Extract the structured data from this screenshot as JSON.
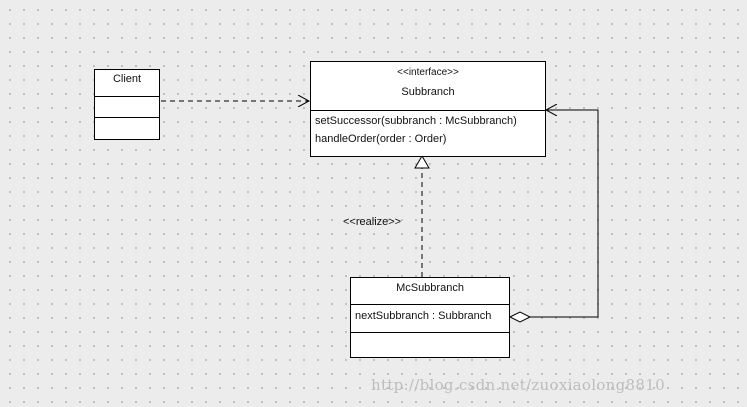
{
  "classes": {
    "client": {
      "name": "Client"
    },
    "subbranch": {
      "stereotype": "<<interface>>",
      "name": "Subbranch",
      "operations": [
        "setSuccessor(subbranch : McSubbranch)",
        "handleOrder(order : Order)"
      ]
    },
    "mcsubbranch": {
      "name": "McSubbranch",
      "attributes": [
        "nextSubbranch : Subbranch"
      ]
    }
  },
  "relations": {
    "realize_label": "<<realize>>"
  },
  "watermark": "http://blog.csdn.net/zuoxiaolong8810"
}
